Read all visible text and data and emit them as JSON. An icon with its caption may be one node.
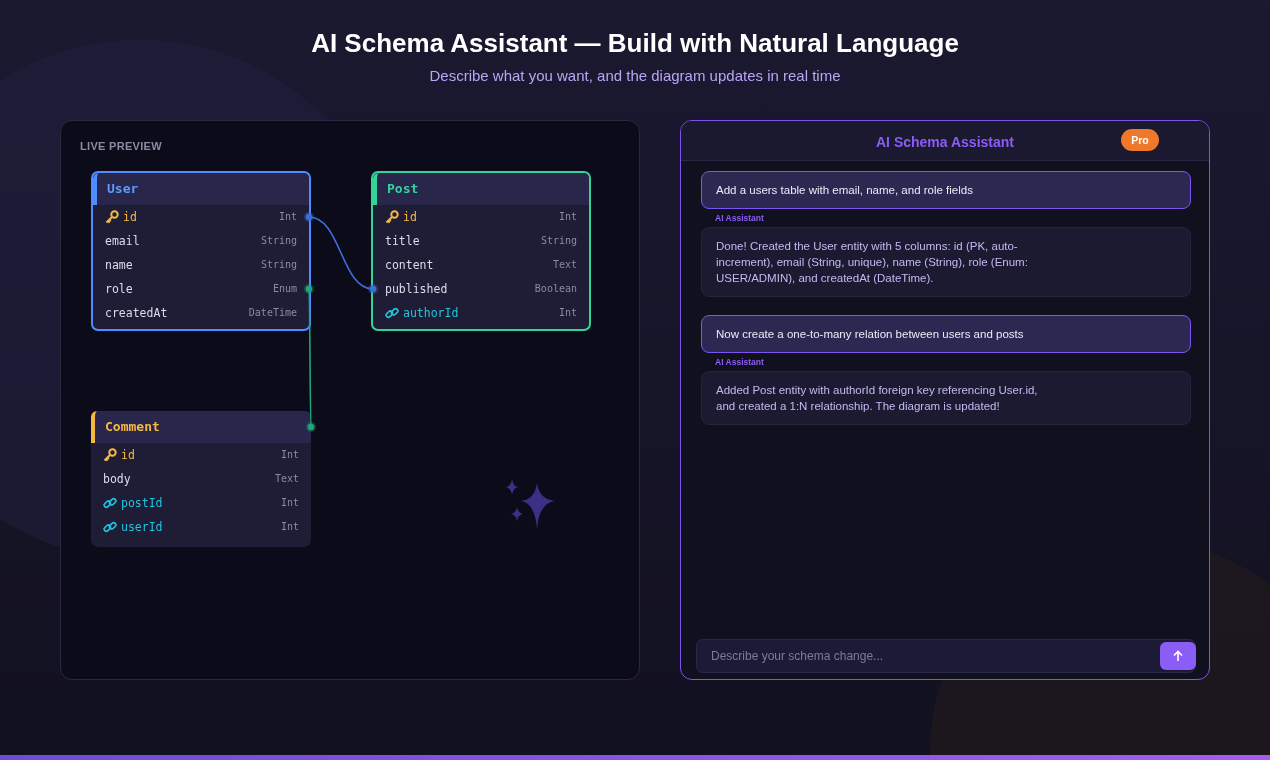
{
  "diagram": {
    "title": "AI Schema Assistant — Build with Natural Language",
    "nodes": [
      {
        "text": [
          "LIVE PREVIEW"
        ]
      },
      {
        "text": [
          "User"
        ],
        "in": 0
      },
      {
        "text": [
          "id",
          "Int"
        ],
        "in": 1
      },
      {
        "text": [
          "email",
          "String"
        ],
        "in": 1
      },
      {
        "text": [
          "name",
          "String"
        ],
        "in": 1
      },
      {
        "text": [
          "role",
          "Enum"
        ],
        "in": 1
      },
      {
        "text": [
          "createdAt",
          "DateTime"
        ],
        "in": 1
      },
      {
        "text": [
          "Post"
        ],
        "in": 0
      },
      {
        "text": [
          "id",
          "Int"
        ],
        "in": 7
      },
      {
        "text": [
          "title",
          "String"
        ],
        "in": 7
      },
      {
        "text": [
          "content",
          "Text"
        ],
        "in": 7
      },
      {
        "text": [
          "published",
          "Boolean"
        ],
        "in": 7
      },
      {
        "text": [
          "authorId",
          "Int"
        ],
        "in": 7
      },
      {
        "text": [
          "Comment"
        ],
        "in": 0
      },
      {
        "text": [
          "id",
          "Int"
        ],
        "in": 13
      },
      {
        "text": [
          "body",
          "Text"
        ],
        "in": 13
      },
      {
        "text": [
          "postId",
          "Int"
        ],
        "in": 13
      },
      {
        "text": [
          "userId",
          "Int"
        ],
        "in": 13
      },
      {
        "text": [
          "AI Schema Assistant"
        ]
      },
      {
        "text": [
          "Pro"
        ],
        "in": 18
      },
      {
        "text": [
          "Add a users table with email, name, and role fields"
        ],
        "in": 18
      },
      {
        "text": [
          "Done! Created the User entity with 5 columns: id (PK, auto-increment), email (String, unique), name (String), role (Enum: USER/ADMIN), and createdAt (DateTime)."
        ],
        "beside": [
          "AI Assistant"
        ],
        "in": 18
      },
      {
        "text": [
          "Now create a one-to-many relation between users and posts"
        ],
        "in": 18
      },
      {
        "text": [
          "Added Post entity with authorId foreign key referencing User.id, and created a 1:N relationship. The diagram is updated!"
        ],
        "beside": [
          "AI Assistant"
        ],
        "in": 18
      },
      {
        "text": [
          "Describe your schema change..."
        ],
        "in": 18
      },
      {
        "text": [],
        "shape": "box",
        "in": 24
      }
    ],
    "edges": [
      {
        "from": 2,
        "to": 11,
        "arrow": "other",
        "color": "#3b6fd8"
      },
      {
        "from": 5,
        "to": 13,
        "arrow": "other",
        "color": "#1fa67a"
      }
    ],
    "labels": [
      "Describe what you want, and the diagram updates in real time"
    ]
  }
}
